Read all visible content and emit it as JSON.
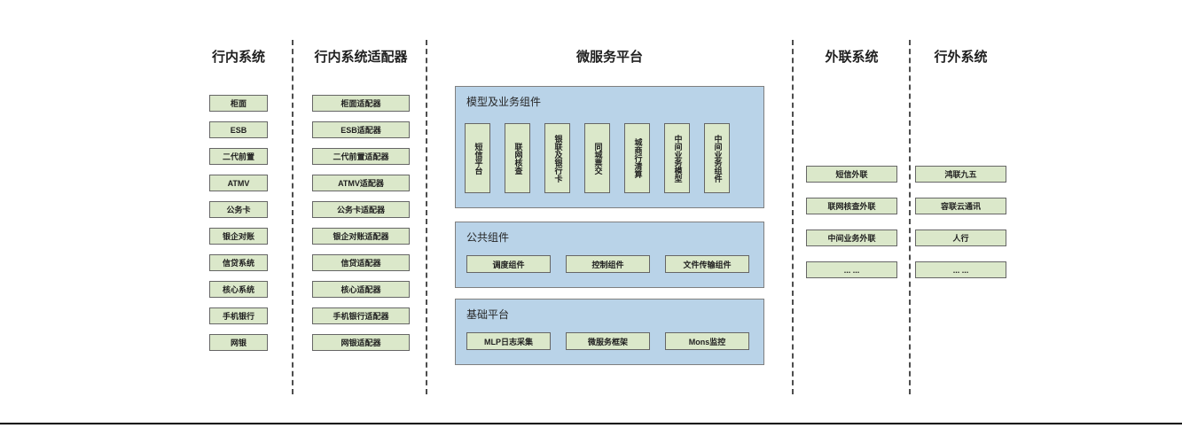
{
  "diagram": {
    "columns": {
      "internal": {
        "title": "行内系统",
        "items": [
          "柜面",
          "ESB",
          "二代前置",
          "ATMV",
          "公务卡",
          "银企对账",
          "信贷系统",
          "核心系统",
          "手机银行",
          "网银"
        ]
      },
      "adapters": {
        "title": "行内系统适配器",
        "items": [
          "柜面适配器",
          "ESB适配器",
          "二代前置适配器",
          "ATMV适配器",
          "公务卡适配器",
          "银企对账适配器",
          "信贷适配器",
          "核心适配器",
          "手机银行适配器",
          "网银适配器"
        ]
      },
      "platform": {
        "title": "微服务平台",
        "groups": {
          "model": {
            "label": "模型及业务组件",
            "items": [
              "短信平台",
              "联网核查",
              "银联及银行卡",
              "同城票交",
              "城商行清算",
              "中间业务模型",
              "中间业务组件"
            ]
          },
          "common": {
            "label": "公共组件",
            "items": [
              "调度组件",
              "控制组件",
              "文件传输组件"
            ]
          },
          "base": {
            "label": "基础平台",
            "items": [
              "MLP日志采集",
              "微服务框架",
              "Mons监控"
            ]
          }
        }
      },
      "outreach": {
        "title": "外联系统",
        "items": [
          "短信外联",
          "联网核查外联",
          "中间业务外联",
          "... ..."
        ]
      },
      "external": {
        "title": "行外系统",
        "items": [
          "鸿联九五",
          "容联云通讯",
          "人行",
          "... ..."
        ]
      }
    },
    "colors": {
      "node_fill": "#dbe8ca",
      "node_border": "#666666",
      "panel_fill": "#b9d3e8",
      "panel_border": "#7f7f7f",
      "separator": "#4d4d4d",
      "baseline": "#000000",
      "text": "#1f1f1f"
    }
  }
}
